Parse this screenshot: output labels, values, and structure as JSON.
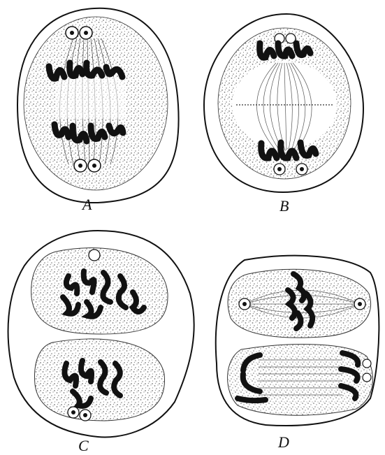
{
  "figure": {
    "panels": [
      {
        "id": "A",
        "label": "A"
      },
      {
        "id": "B",
        "label": "B"
      },
      {
        "id": "C",
        "label": "C"
      },
      {
        "id": "D",
        "label": "D"
      }
    ],
    "colors": {
      "ink": "#111111",
      "stipple": "#8a8a8a",
      "paper": "#ffffff"
    }
  }
}
